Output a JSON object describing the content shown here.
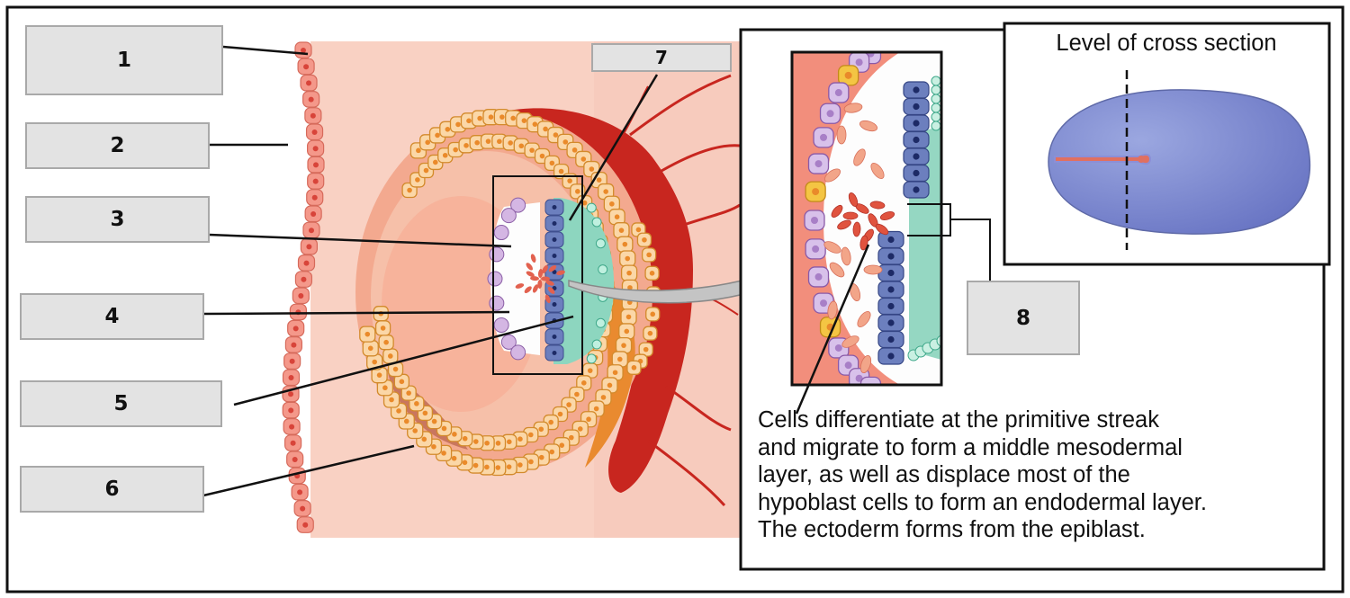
{
  "labels": [
    "1",
    "2",
    "3",
    "4",
    "5",
    "6",
    "7",
    "8"
  ],
  "inset": {
    "title": "Level of cross section"
  },
  "caption": "Cells differentiate at the primitive streak\nand migrate to form a middle mesodermal\nlayer, as well as displace most of the\nhypoblast cells to form an endodermal layer.\nThe ectoderm forms from the epiblast."
}
